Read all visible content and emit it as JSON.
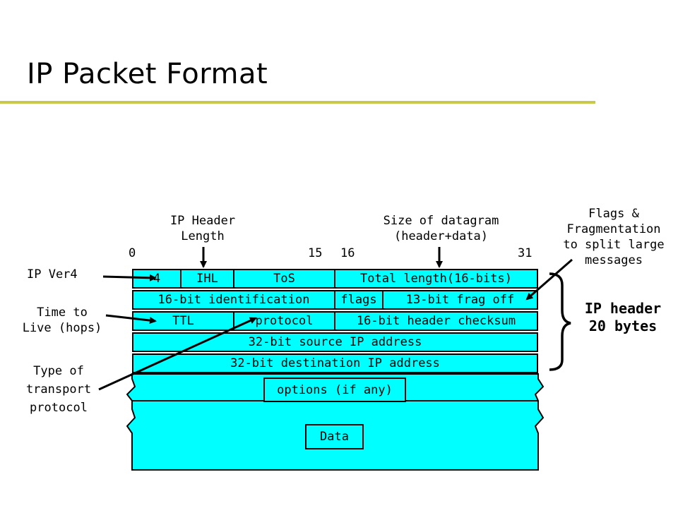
{
  "title": "IP Packet Format",
  "colors": {
    "field": "#00ffff",
    "rule": "#c8c84a",
    "stroke": "#000000"
  },
  "bit_marks": {
    "b0": "0",
    "b15": "15",
    "b16": "16",
    "b31": "31"
  },
  "annotations": {
    "ihl": [
      "IP Header",
      "Length"
    ],
    "size": [
      "Size of datagram",
      "(header+data)"
    ],
    "flags": [
      "Flags &",
      "Fragmentation",
      "to split large",
      "messages"
    ],
    "ver": "IP Ver4",
    "ttl": [
      "Time to",
      "Live (hops)"
    ],
    "proto": [
      "Type of",
      "transport",
      "protocol"
    ],
    "header": [
      "IP header",
      "20 bytes"
    ]
  },
  "fields": {
    "version": "4",
    "ihl": "IHL",
    "tos": "ToS",
    "total_length": "Total length(16-bits)",
    "identification": "16-bit identification",
    "flags": "flags",
    "frag_offset": "13-bit frag off",
    "ttl": "TTL",
    "protocol": "protocol",
    "checksum": "16-bit header checksum",
    "src": "32-bit source IP address",
    "dst": "32-bit destination IP address",
    "options": "options (if any)",
    "data": "Data"
  }
}
